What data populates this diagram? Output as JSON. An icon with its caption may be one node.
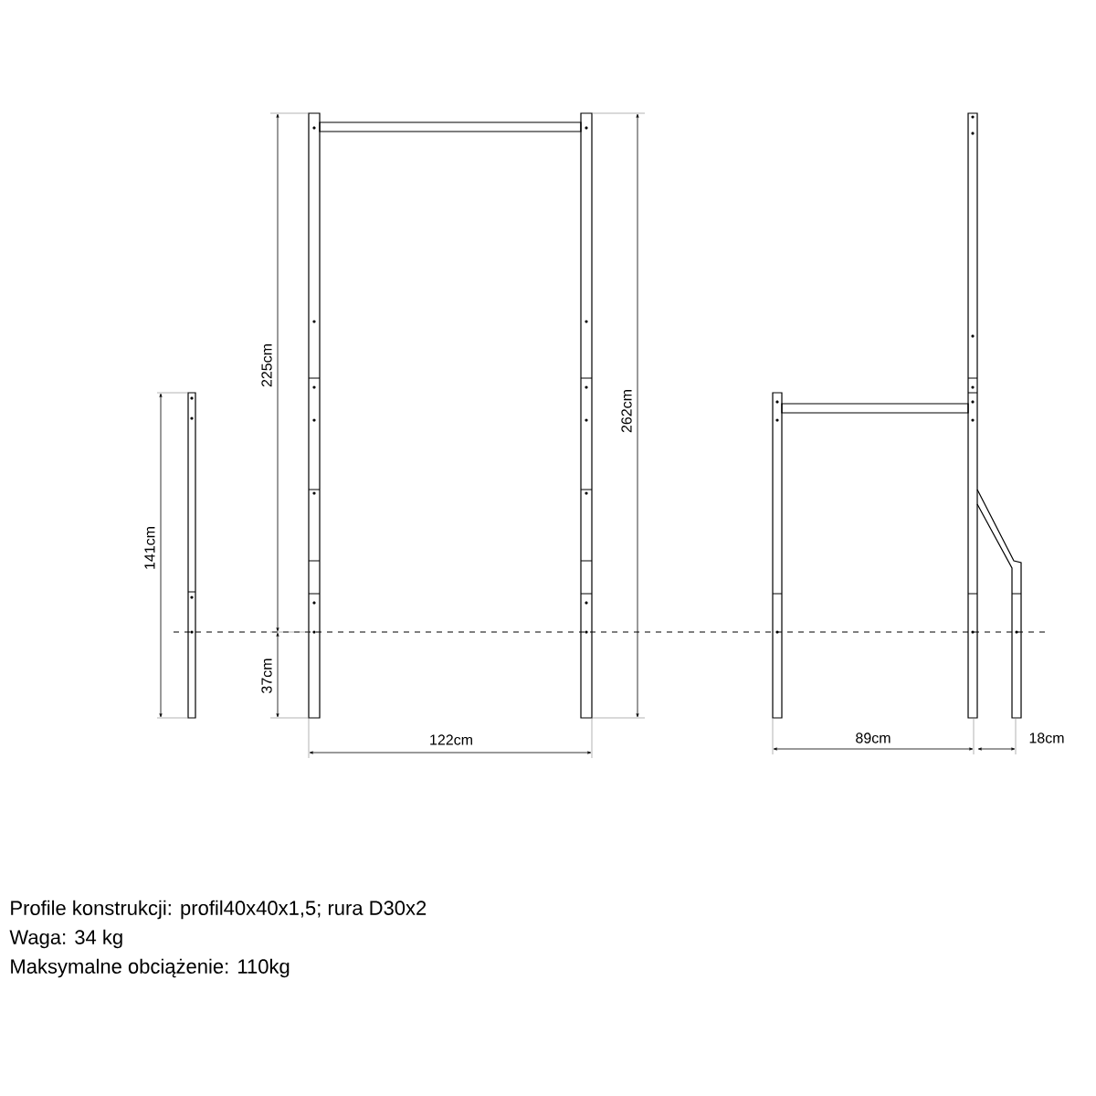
{
  "diagram": {
    "labels": [
      "141cm",
      "225cm",
      "37cm",
      "262cm",
      "122cm",
      "89cm",
      "18cm",
      "Profile konstrukcji: profil40x40x1,5; rura D30x2",
      "Waga: 34 kg",
      "Maksymalne obciążenie: 110kg"
    ]
  }
}
